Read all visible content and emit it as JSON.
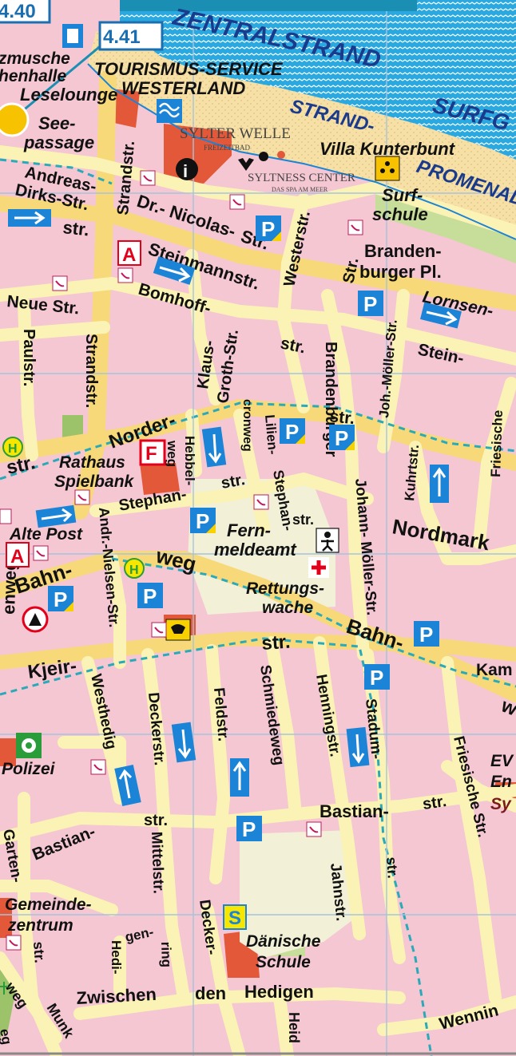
{
  "grid_refs": [
    "4.40",
    "4.41"
  ],
  "sea": {
    "labels": [
      "ZENTRALSTRAND",
      "SURFG"
    ]
  },
  "promenade_labels": [
    "STRAND-",
    "PROMENAD"
  ],
  "places": {
    "tourism": [
      "TOURISMUS-SERVICE",
      "WESTERLAND"
    ],
    "leselounge": "Leselounge",
    "kurmuschel": [
      "zmusche",
      "henhalle"
    ],
    "seepassage": [
      "See-",
      "passage"
    ],
    "sylter_welle": [
      "SYLTER WELLE",
      "FREIZEITBAD"
    ],
    "syltness": [
      "SYLTNESS CENTER",
      "DAS SPA AM MEER"
    ],
    "villa": "Villa Kunterbunt",
    "surfschule": [
      "Surf-",
      "schule"
    ],
    "brandenburger_pl": [
      "Branden-",
      "burger Pl."
    ],
    "rathaus": [
      "Rathaus",
      "Spielbank"
    ],
    "alte_post": "Alte Post",
    "fernmeldeamt": [
      "Fern-",
      "meldeamt"
    ],
    "rettungswache": [
      "Rettungs-",
      "wache"
    ],
    "polizei": "Polizei",
    "gemeindezentrum": [
      "Gemeinde-",
      "zentrum"
    ],
    "daenische_schule": [
      "Dänische",
      "Schule"
    ],
    "ev": [
      "EV",
      "En",
      "Sy"
    ]
  },
  "streets": {
    "andreas_dirks": [
      "Andreas-",
      "Dirks-Str."
    ],
    "dr_nicolas": [
      "Dr.- Nicolas-",
      "Str."
    ],
    "str_a": "str.",
    "steinmannstr": "Steinmannstr.",
    "bomhoff": "Bomhoff-",
    "neue_str": "Neue Str.",
    "paulstr": "Paulstr.",
    "strandstr": "Strandstr.",
    "strandstr_top": "Strandstr.",
    "westerstr": "Westerstr.",
    "str_b": "Str.",
    "klaus_groth": [
      "Klaus-",
      "Groth-Str."
    ],
    "str_c": "str.",
    "brandenburger": "Brandenburger",
    "str_d": "str.",
    "joh_moeller": "Joh.-Möller-Str.",
    "lornsen": "Lornsen-",
    "stein": "Stein-",
    "norder": "Norder-",
    "str_e": "str.",
    "hebbel": [
      "Hebbel-",
      "weg"
    ],
    "cronweg": "cronweg",
    "lilien": "Lilien-",
    "stephan1": "Stephan-",
    "str_f": "str.",
    "stephan2": "Stephan-",
    "str_g": "str.",
    "johann_moeller": "Johann-  Möller-Str.",
    "kuhrtstr": "Kuhrtstr.",
    "friesische": "Friesische",
    "nordmark": "Nordmark",
    "andr_nielsen": "Andr.-Nielsen-Str.",
    "bahn1": "Bahn-",
    "weg1": "weg",
    "bahn2": "Bahn-",
    "w": "w",
    "kjeir": "Kjeir-",
    "str_h": "str.",
    "kam": "Kam",
    "westhedig": "Westhedig",
    "deckerstr": "Deckerstr.",
    "feldstr": "Feldstr.",
    "schmiedeweg": "Schmiedeweg",
    "henningstr": "Henningstr.",
    "stadum": "Stadum-",
    "str_i": "str.",
    "friesische_str": "Friesische  Str.",
    "bastian1": "Bastian-",
    "str_j": "str.",
    "bastian2": "Bastian-",
    "str_k": "str.",
    "garten": "Garten-",
    "mittelstr": "Mittelstr.",
    "decker2": "Decker-",
    "jahnstr": "Jahnstr.",
    "hedi_gen_ring": [
      "Hedi-",
      "gen-",
      "ring"
    ],
    "str_l": "str.",
    "zwischen": "Zwischen",
    "den": "den",
    "hedigen": "Hedigen",
    "weg_left": "weg",
    "munk": "Munk",
    "heid": "Heid",
    "wennin": "Wennin",
    "eg": "eg",
    "enweg": "enweg"
  },
  "symbols": {
    "parking": "P",
    "bus_stop": "H",
    "pharmacy": "A",
    "fire": "F",
    "school": "S"
  },
  "colors": {
    "sea": "#2aa9e0",
    "beach": "#f6e0a6",
    "block": "#f4c7d2",
    "street": "#fbf3b5",
    "main_road": "#f7d97a",
    "green": "#c7dd9a",
    "public_building": "#e4583a",
    "parking_blue": "#1c84d6",
    "grid": "#a7c3db"
  }
}
